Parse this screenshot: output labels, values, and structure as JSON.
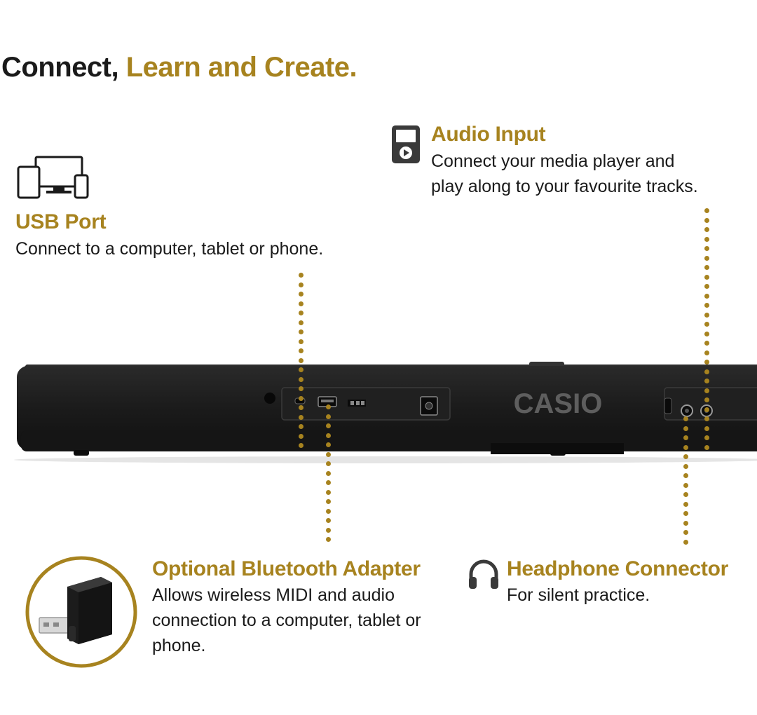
{
  "headline": {
    "part1": "Connect, ",
    "part2": "Learn and Create."
  },
  "features": {
    "usb": {
      "title": "USB Port",
      "desc": "Connect to a computer, tablet or phone.",
      "icon": "devices-icon"
    },
    "audio": {
      "title": "Audio Input",
      "desc_line1": "Connect your media player and",
      "desc_line2": "play along to your favourite tracks.",
      "icon": "media-player-icon"
    },
    "bluetooth": {
      "title": "Optional Bluetooth Adapter",
      "desc_line1": "Allows wireless MIDI and audio",
      "desc_line2": "connection to a computer, tablet or",
      "desc_line3": "phone.",
      "icon": "bluetooth-adapter-image"
    },
    "headphone": {
      "title": "Headphone Connector",
      "desc": "For silent practice.",
      "icon": "headphones-icon"
    }
  },
  "keyboard": {
    "brand": "CASIO"
  },
  "colors": {
    "accent": "#a7831f",
    "text": "#1a1a1a",
    "keyboard_body": "#1b1b1b"
  }
}
